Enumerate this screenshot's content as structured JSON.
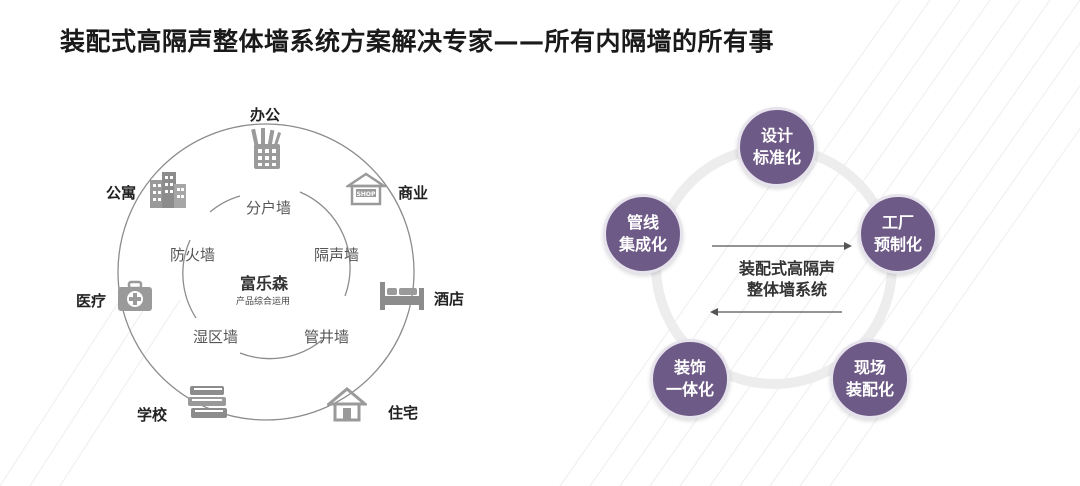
{
  "title": "装配式高隔声整体墙系统方案解决专家——所有内隔墙的所有事",
  "left_diagram": {
    "brand": "富乐森",
    "brand_sub": "产品综合运用",
    "walls": {
      "top": "分户墙",
      "upper_left": "防火墙",
      "upper_right": "隔声墙",
      "lower_left": "湿区墙",
      "lower_right": "管井墙"
    },
    "sectors": {
      "office": "办公",
      "apartment": "公寓",
      "commercial": "商业",
      "hotel": "酒店",
      "medical": "医疗",
      "school": "学校",
      "residence": "住宅"
    },
    "shop_sign": "SHOP"
  },
  "right_diagram": {
    "center_line1": "装配式高隔声",
    "center_line2": "整体墙系统",
    "nodes": {
      "design": [
        "设计",
        "标准化"
      ],
      "factory": [
        "工厂",
        "预制化"
      ],
      "onsite": [
        "现场",
        "装配化"
      ],
      "decoration": [
        "装饰",
        "一体化"
      ],
      "pipeline": [
        "管线",
        "集成化"
      ]
    },
    "accent_color": "#6e5a86"
  }
}
